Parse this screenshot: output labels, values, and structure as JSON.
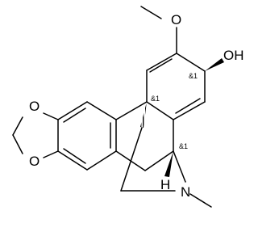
{
  "molecule": {
    "atom_labels": {
      "o_methoxy": "O",
      "oh": "OH",
      "o_dioxole_top": "O",
      "o_dioxole_bottom": "O",
      "nitrogen": "N",
      "hydrogen": "H"
    },
    "stereo_labels": {
      "quaternary_center": "&1",
      "carbinol_center": "&1",
      "bridgehead_center": "&1"
    }
  }
}
